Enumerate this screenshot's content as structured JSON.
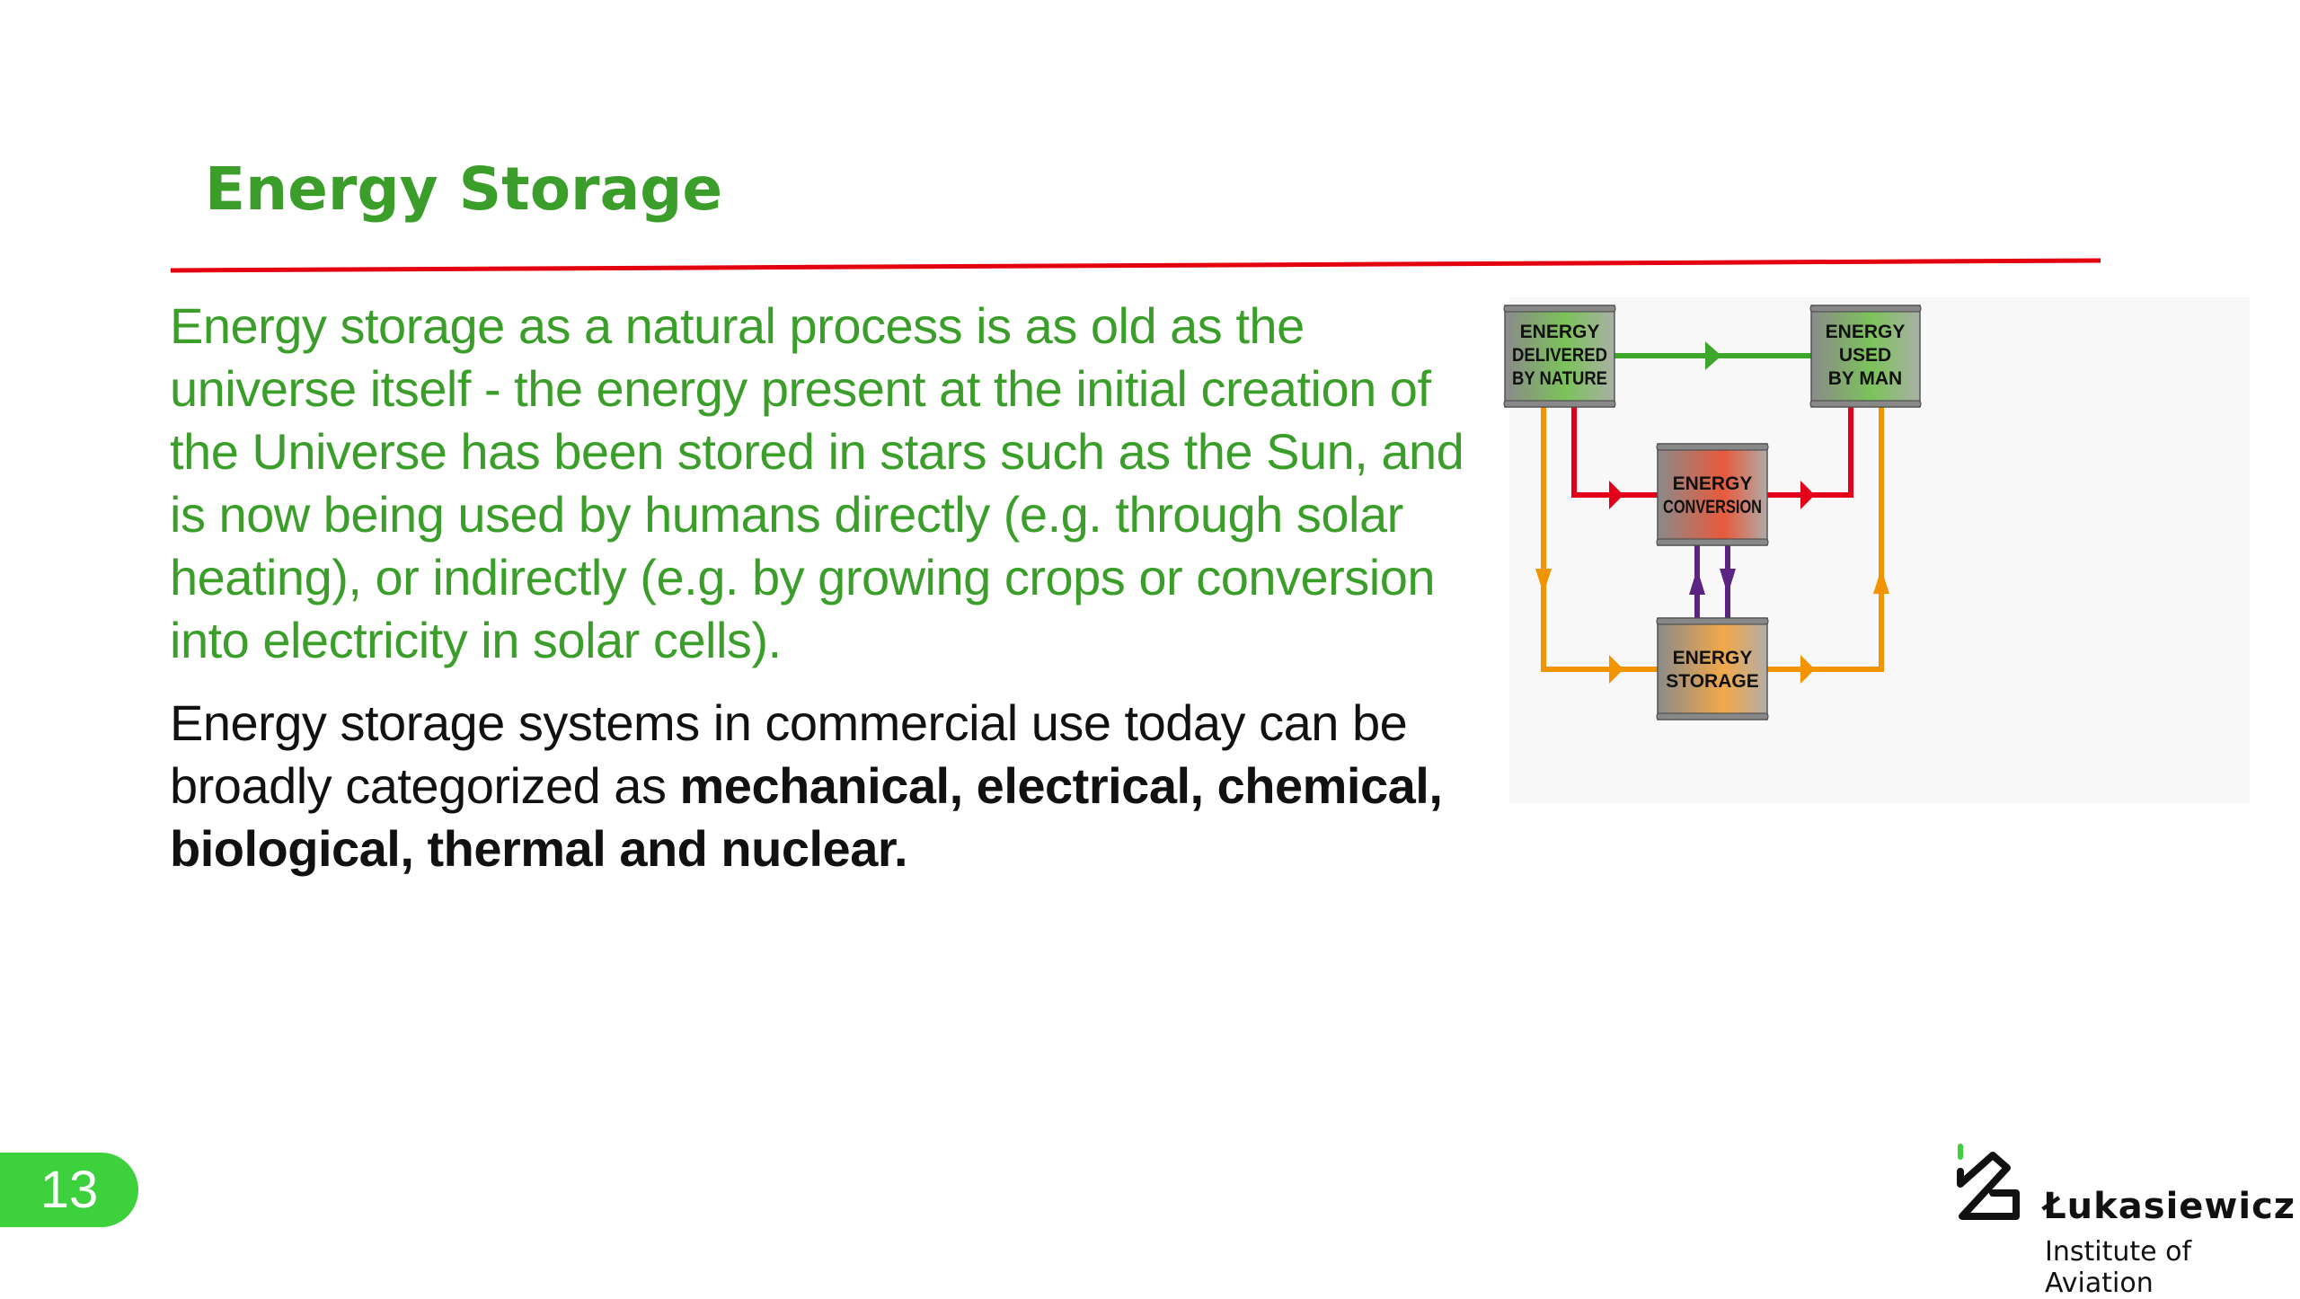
{
  "title": "Energy Storage",
  "paragraph1": "Energy storage as a natural process is as old as the universe itself - the energy present at the initial creation of the Universe has been stored in stars such as the Sun, and is now being used by humans directly (e.g. through solar heating), or indirectly (e.g. by growing crops or conversion into electricity in solar cells).",
  "paragraph2": {
    "intro": "Energy storage systems in commercial use today can be broadly categorized as ",
    "bold": "mechanical, electrical, chemical, biological, thermal and nuclear."
  },
  "page_number": "13",
  "diagram": {
    "nature": [
      "ENERGY",
      "DELIVERED",
      "BY NATURE"
    ],
    "man": [
      "ENERGY",
      "USED",
      "BY MAN"
    ],
    "conversion": [
      "ENERGY",
      "CONVERSION"
    ],
    "storage": [
      "ENERGY",
      "STORAGE"
    ]
  },
  "logo": {
    "name": "Łukasiewicz",
    "subtitle": "Institute of Aviation"
  },
  "colors": {
    "title": "#3b9e2a",
    "rule": "#e3000f",
    "badge": "#3dd13d",
    "green": "#3ea62b",
    "red": "#e2001a",
    "orange": "#f29400",
    "purple": "#5b2483"
  }
}
